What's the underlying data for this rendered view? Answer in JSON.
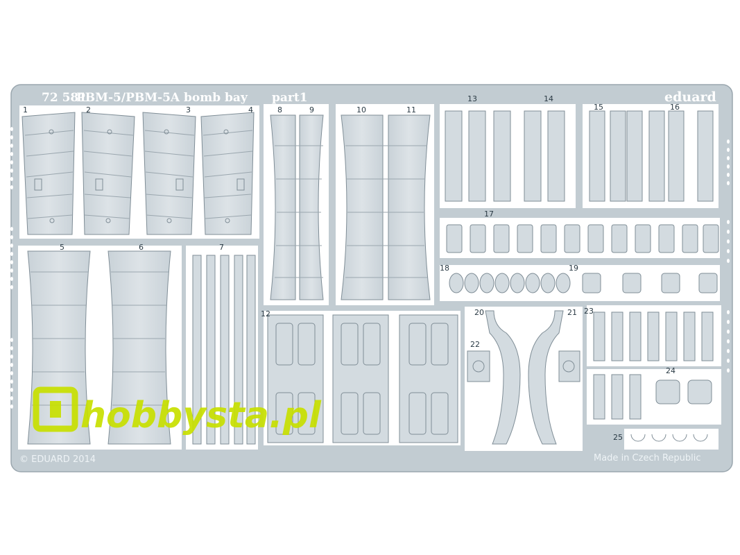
{
  "header": {
    "kit_number": "72 581",
    "title": "PBM-5/PBM-5A bomb bay",
    "part": "part1",
    "brand": "eduard"
  },
  "footer": {
    "copyright": "© EDUARD 2014",
    "origin": "Made in Czech Republic"
  },
  "watermark": {
    "text": "hobbysta.pl",
    "color": "#c8e000"
  },
  "colors": {
    "fret": "#c2ccd2",
    "part": "#d3dbe0",
    "line": "#7f8d96",
    "label_box": "#ffffff"
  },
  "part_labels": [
    "1",
    "2",
    "3",
    "4",
    "5",
    "6",
    "7",
    "8",
    "9",
    "10",
    "11",
    "12",
    "13",
    "14",
    "15",
    "16",
    "17",
    "18",
    "19",
    "20",
    "21",
    "22",
    "23",
    "24",
    "25"
  ]
}
